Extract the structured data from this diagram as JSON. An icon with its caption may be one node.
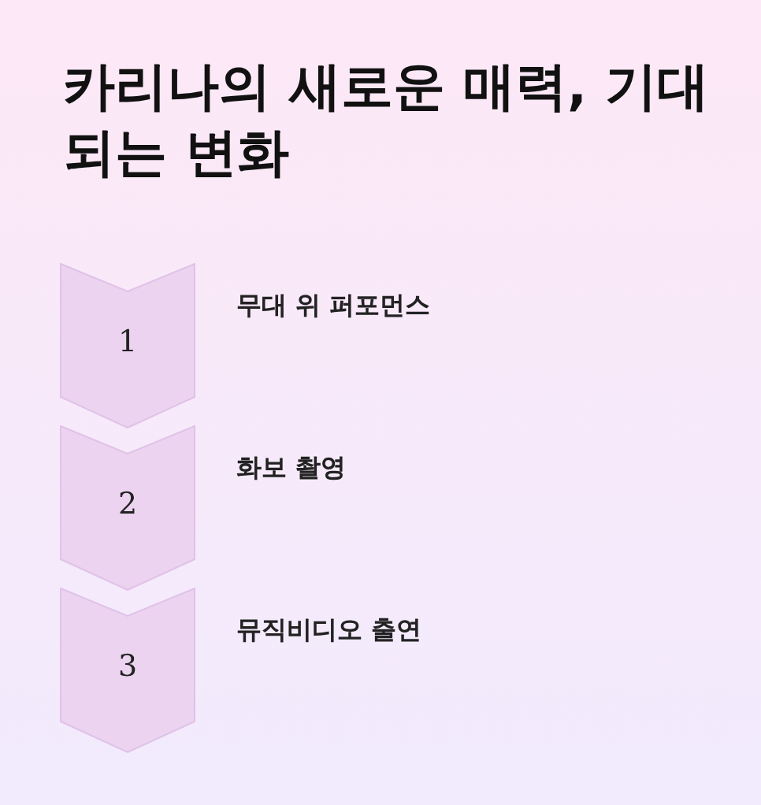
{
  "diagram": {
    "title": "카리나의 새로운 매력, 기대되는 변화",
    "nodes": [
      {
        "text": [
          "1"
        ],
        "beside": [
          "무대 위 퍼포먼스"
        ]
      },
      {
        "text": [
          "2"
        ],
        "beside": [
          "화보 촬영"
        ]
      },
      {
        "text": [
          "3"
        ],
        "beside": [
          "뮤직비디오 출연"
        ]
      }
    ]
  }
}
